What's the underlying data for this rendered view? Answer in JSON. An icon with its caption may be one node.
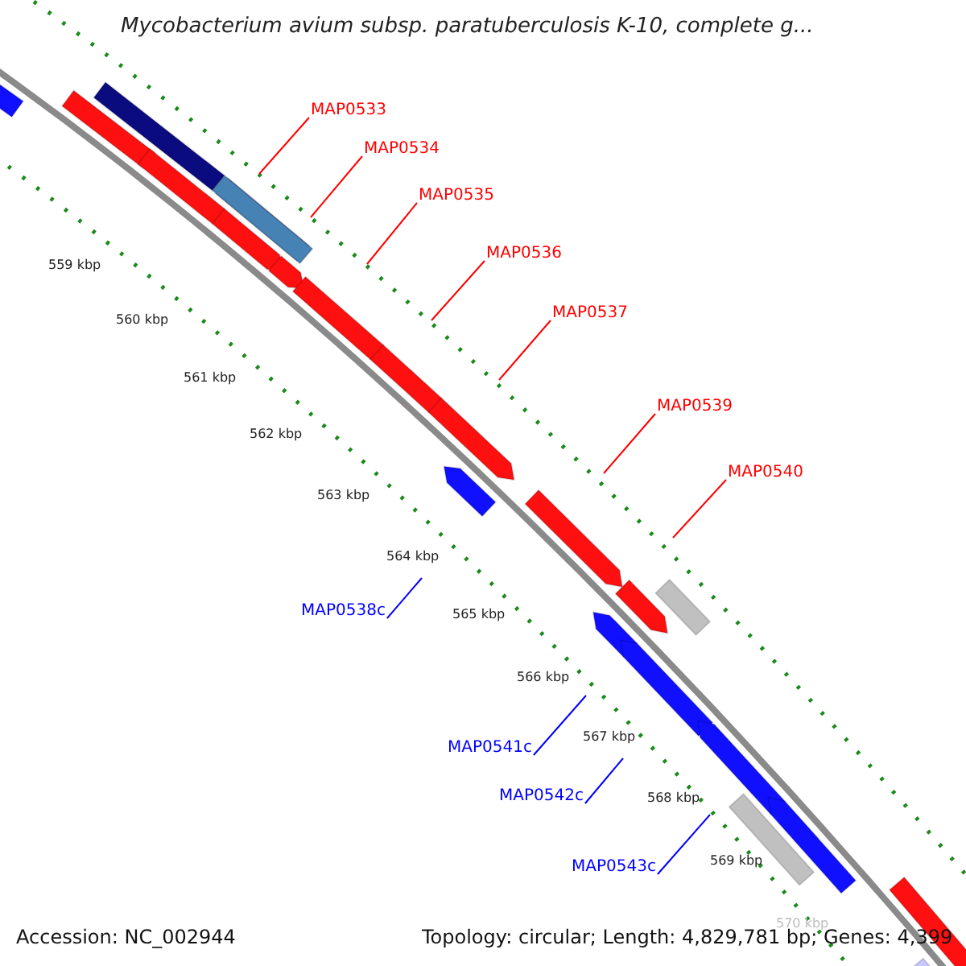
{
  "diagram": {
    "title": "Mycobacterium avium subsp. paratuberculosis K-10, complete g...",
    "nodes": [
      {
        "text": [
          "MAP0533"
        ]
      },
      {
        "text": [
          "MAP0534"
        ]
      },
      {
        "text": [
          "MAP0535"
        ]
      },
      {
        "text": [
          "MAP0536"
        ]
      },
      {
        "text": [
          "MAP0537"
        ]
      },
      {
        "text": [
          "MAP0539"
        ]
      },
      {
        "text": [
          "MAP0540"
        ]
      },
      {
        "text": [
          "MAP0538c"
        ]
      },
      {
        "text": [
          "MAP0541c"
        ]
      },
      {
        "text": [
          "MAP0542c"
        ]
      },
      {
        "text": [
          "MAP0543c"
        ]
      }
    ],
    "edges": [
      {
        "from": 0,
        "to": null,
        "arrow": "none"
      },
      {
        "from": 1,
        "to": null,
        "arrow": "none"
      },
      {
        "from": 2,
        "to": null,
        "arrow": "none"
      },
      {
        "from": 3,
        "to": null,
        "arrow": "none"
      },
      {
        "from": 4,
        "to": null,
        "arrow": "none"
      },
      {
        "from": 5,
        "to": null,
        "arrow": "none"
      },
      {
        "from": 6,
        "to": null,
        "arrow": "none"
      },
      {
        "from": 7,
        "to": null,
        "arrow": "none",
        "color": "#0000ff"
      },
      {
        "from": 8,
        "to": null,
        "arrow": "none",
        "color": "#0000ff"
      },
      {
        "from": 9,
        "to": null,
        "arrow": "none",
        "color": "#0000ff"
      },
      {
        "from": 10,
        "to": null,
        "arrow": "none",
        "color": "#0000ff"
      }
    ],
    "labels": [
      "559 kbp",
      "560 kbp",
      "561 kbp",
      "562 kbp",
      "563 kbp",
      "564 kbp",
      "565 kbp",
      "566 kbp",
      "567 kbp",
      "568 kbp",
      "569 kbp",
      "570 kbp",
      "Accession: NC_002944",
      "Topology: circular; Length: 4,829,781 bp; Genes: 4,399"
    ]
  }
}
